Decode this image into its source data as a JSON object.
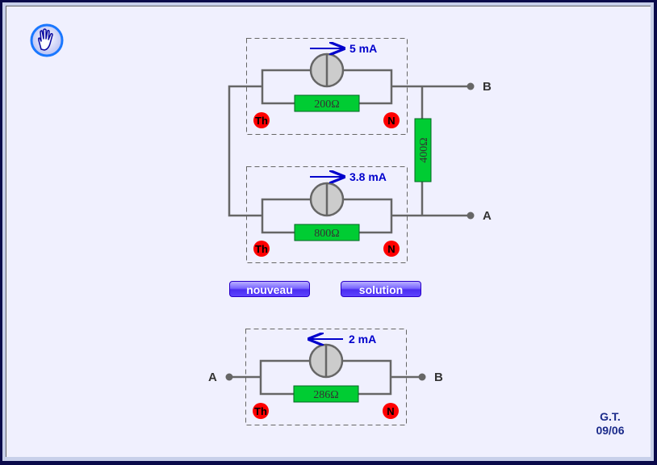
{
  "icons": {
    "help": "hand-stop-icon"
  },
  "circuits": {
    "top": {
      "current": "5 mA",
      "current_direction": "right",
      "resistor": "200Ω",
      "terminal_left": "Th",
      "terminal_right": "N"
    },
    "middle": {
      "current": "3.8 mA",
      "current_direction": "right",
      "resistor": "800Ω",
      "terminal_left": "Th",
      "terminal_right": "N"
    },
    "series_resistor": "400Ω",
    "node_b": "B",
    "node_a": "A",
    "equivalent": {
      "current": "2 mA",
      "current_direction": "left",
      "resistor": "286Ω",
      "terminal_left": "Th",
      "terminal_right": "N",
      "node_left": "A",
      "node_right": "B"
    }
  },
  "buttons": {
    "new": "nouveau",
    "solution": "solution"
  },
  "signature": {
    "author": "G.T.",
    "date": "09/06"
  },
  "colors": {
    "background": "#f0f0fe",
    "wire": "#666666",
    "resistor": "#00cc33",
    "current_arrow": "#0000cc",
    "terminal": "#ff0000",
    "button": "#5a3cff"
  }
}
